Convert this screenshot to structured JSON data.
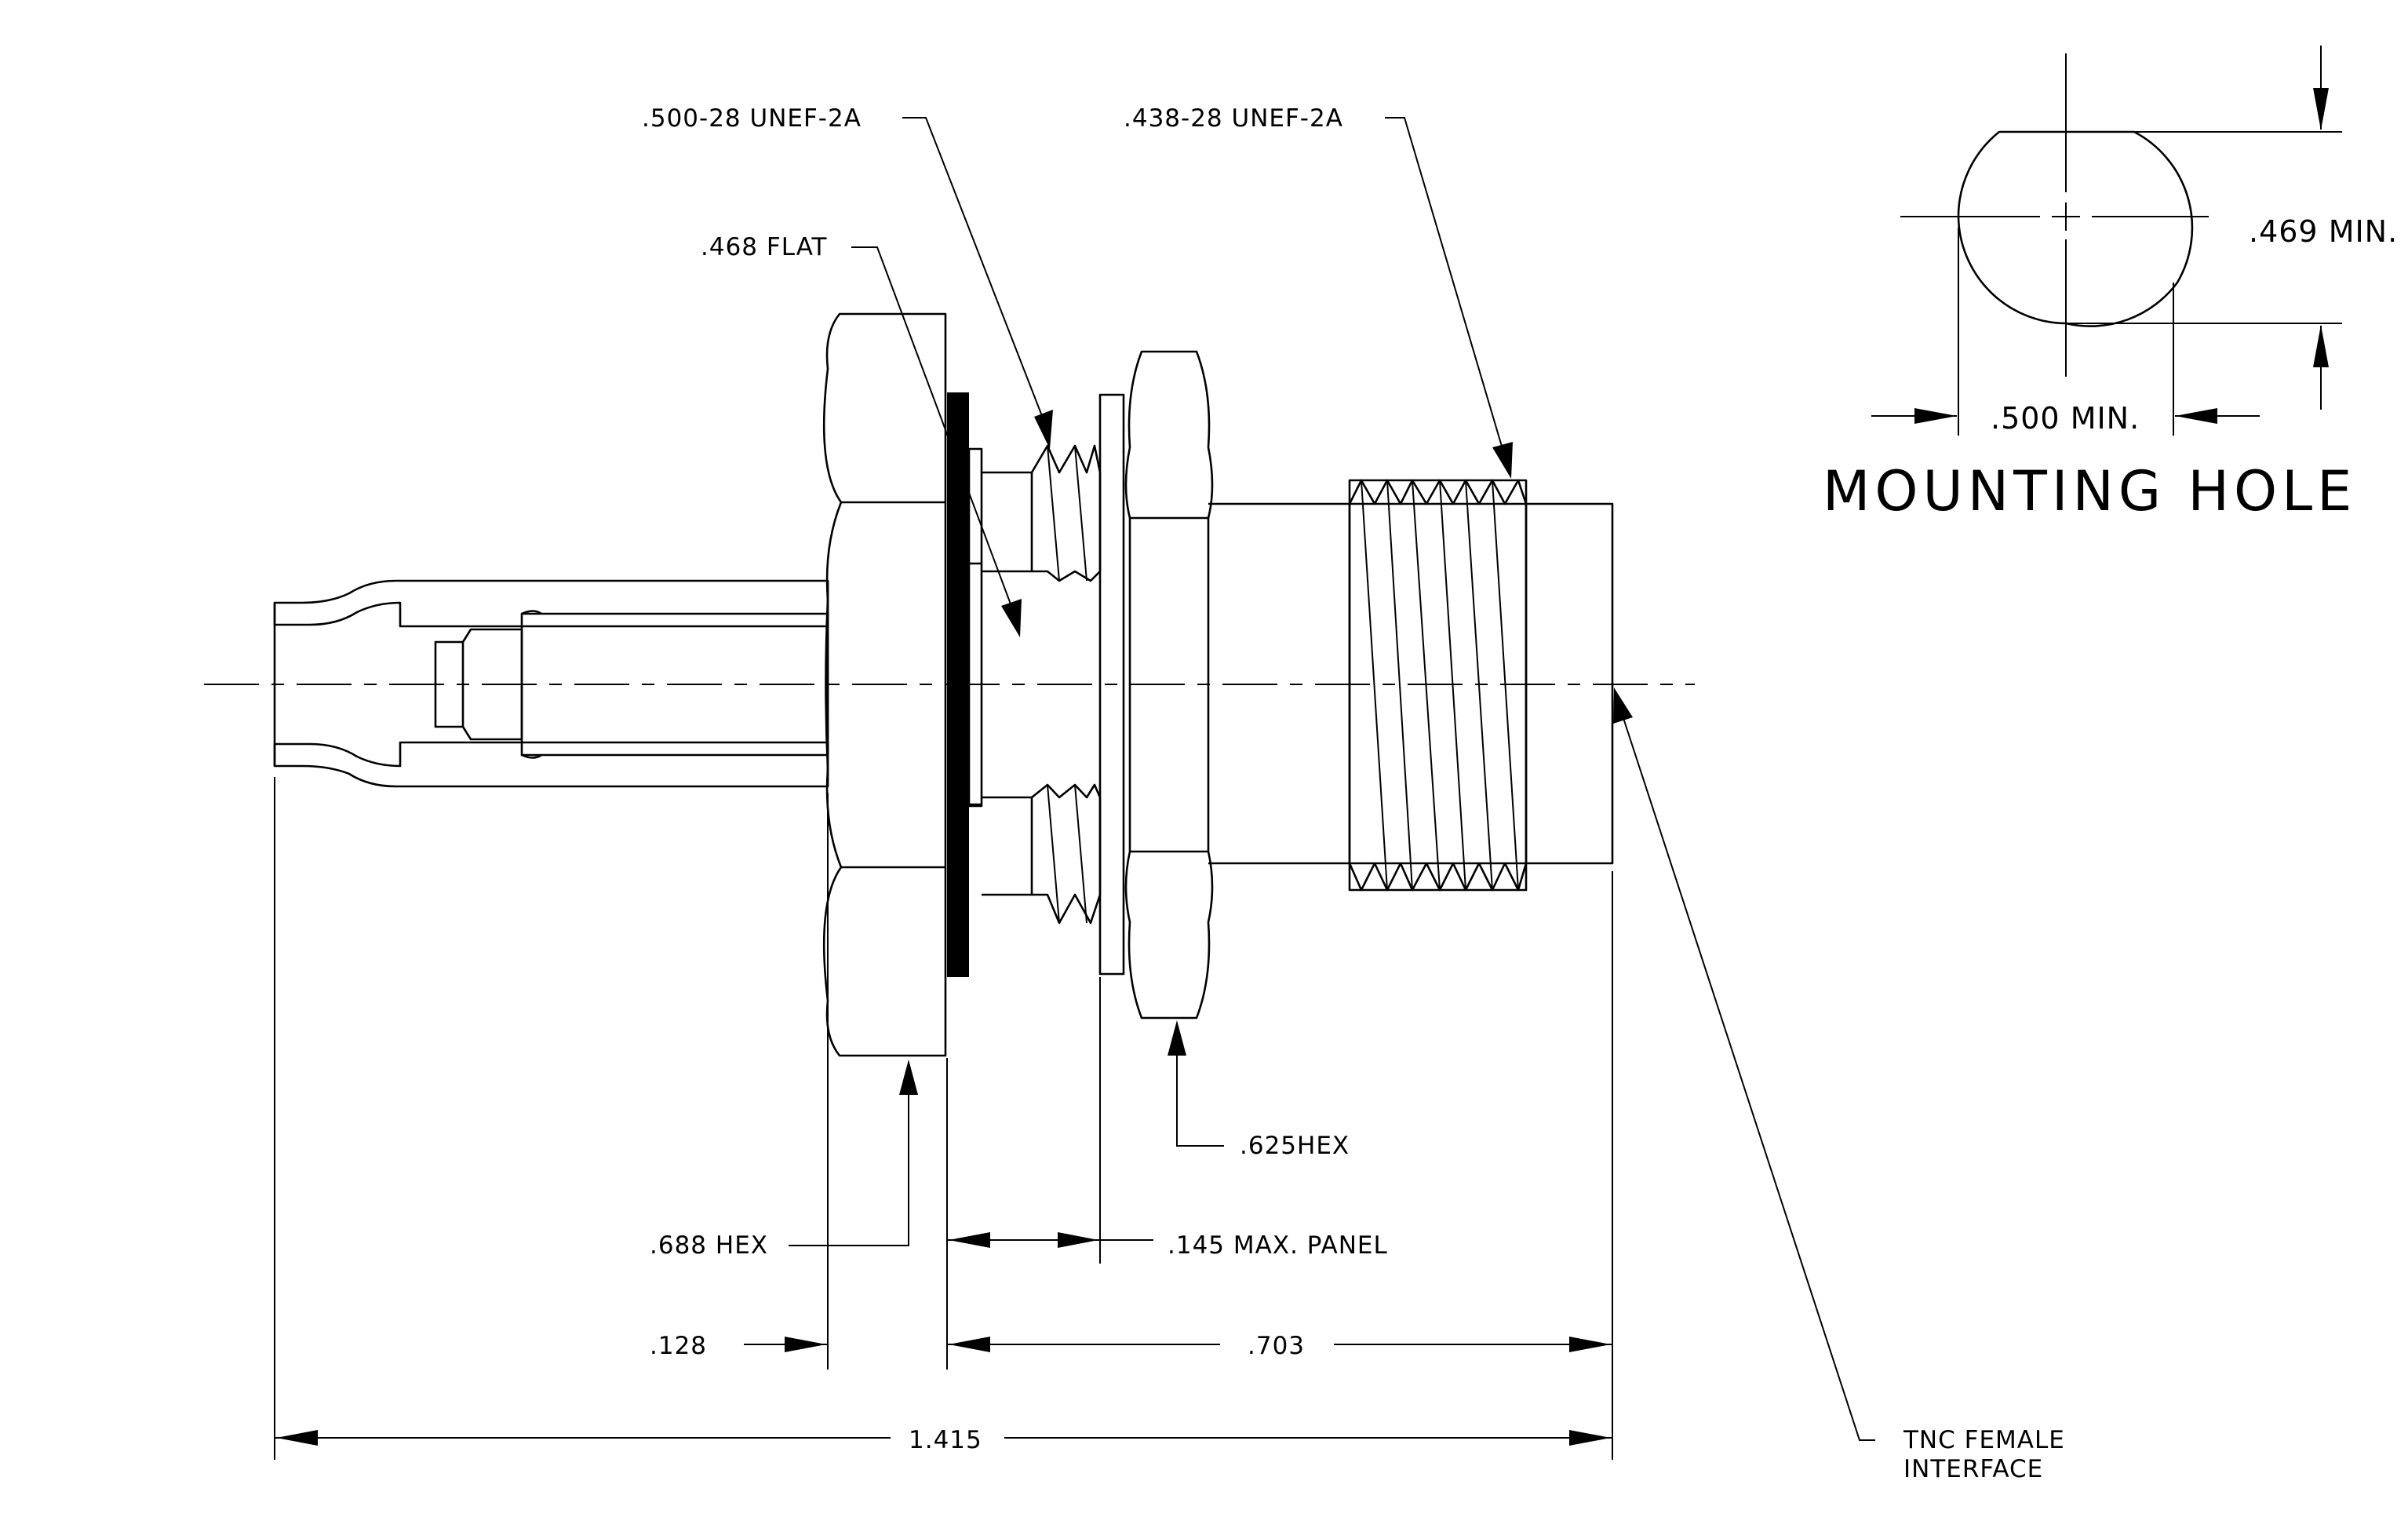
{
  "labels": {
    "thread_500": ".500-28 UNEF-2A",
    "thread_438": ".438-28 UNEF-2A",
    "flat_468": ".468 FLAT",
    "hex_625": ".625HEX",
    "hex_688": ".688 HEX",
    "max_panel_145": ".145 MAX. PANEL",
    "dim_128": ".128",
    "dim_703": ".703",
    "dim_1415": "1.415",
    "interface_line1": "TNC FEMALE",
    "interface_line2": "INTERFACE"
  },
  "mounting_hole": {
    "title": "MOUNTING HOLE",
    "dim_469": ".469 MIN.",
    "dim_500": ".500 MIN."
  }
}
